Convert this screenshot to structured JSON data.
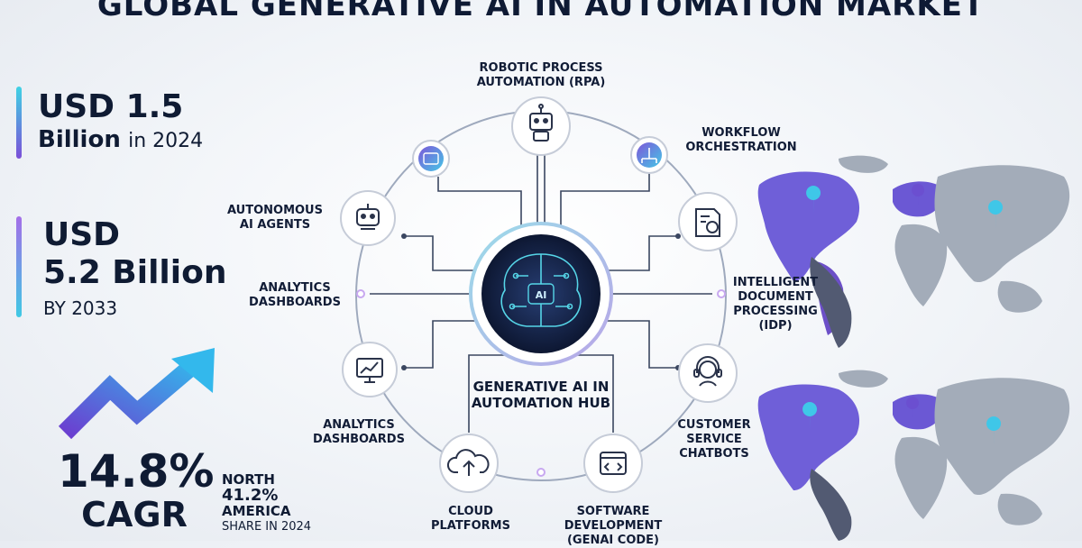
{
  "title": "GLOBAL GENERATIVE AI IN AUTOMATION MARKET",
  "stats": {
    "value_2024": {
      "amount": "USD 1.5",
      "unit": "Billion",
      "suffix": "in 2024"
    },
    "value_2033": {
      "line1": "USD",
      "line2": "5.2 Billion",
      "suffix": "BY 2033"
    },
    "cagr": {
      "value": "14.8%",
      "label": "CAGR"
    },
    "region": {
      "line1": "NORTH",
      "value": "41.2%",
      "line2": "AMERICA",
      "line3": "SHARE IN 2024"
    }
  },
  "hub": {
    "label": "GENERATIVE AI IN\nAUTOMATION HUB",
    "chip": "AI"
  },
  "nodes": {
    "rpa": "ROBOTIC PROCESS\nAUTOMATION (RPA)",
    "workflow": "WORKFLOW\nORCHESTRATION",
    "agents": "AUTONOMOUS\nAI AGENTS",
    "analytics_upper": "ANALYTICS\nDASHBOARDS",
    "idp": "INTELLIGENT\nDOCUMENT\nPROCESSING\n(IDP)",
    "chatbots": "CUSTOMER\nSERVICE\nCHATBOTS",
    "analytics_lower": "ANALYTICS\nDASHBOARDS",
    "cloud": "CLOUD\nPLATFORMS",
    "software": "SOFTWARE\nDEVELOPMENT\n(GENAI CODE)"
  },
  "icons": {
    "rpa": "robot-icon",
    "workflow": "flowchart-icon",
    "agents": "robot-head-icon",
    "analytics_lower": "analytics-monitor-icon",
    "idp": "document-gear-icon",
    "chatbots": "headset-agent-icon",
    "cloud": "cloud-upload-icon",
    "software": "code-window-icon",
    "small": "data-panel-icon"
  },
  "colors": {
    "accent_cyan": "#3fd3e4",
    "accent_purple": "#7b4fd8",
    "dark_navy": "#0e1a34",
    "map_gray": "#9ea7b5"
  }
}
